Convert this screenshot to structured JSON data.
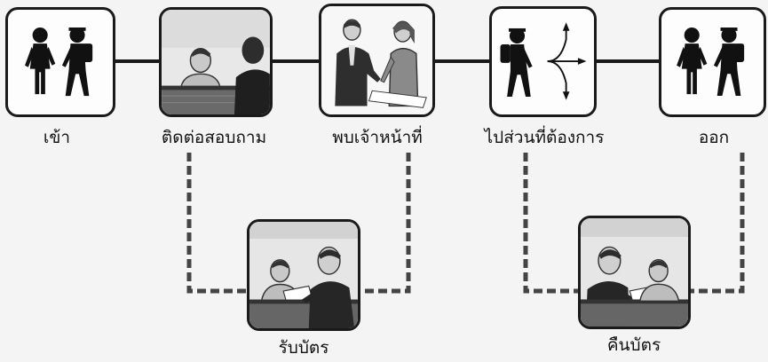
{
  "diagram": {
    "steps": [
      {
        "id": "enter",
        "label": "เข้า",
        "icon": "two-visitors-icon"
      },
      {
        "id": "inquire",
        "label": "ติดต่อสอบถาม",
        "icon": "reception-desk-icon"
      },
      {
        "id": "meet-staff",
        "label": "พบเจ้าหน้าที่",
        "icon": "meeting-staff-icon"
      },
      {
        "id": "go-to-section",
        "label": "ไปส่วนที่ต้องการ",
        "icon": "visitor-with-direction-arrows-icon"
      },
      {
        "id": "exit",
        "label": "ออก",
        "icon": "two-visitors-icon"
      }
    ],
    "sub_steps": [
      {
        "id": "receive-card",
        "label": "รับบัตร",
        "icon": "card-handover-desk-icon"
      },
      {
        "id": "return-card",
        "label": "คืนบัตร",
        "icon": "card-return-desk-icon"
      }
    ],
    "colors": {
      "line": "#1a1a1a",
      "dashed": "#444444",
      "card_border": "#1a1a1a",
      "background": "#f4f4f4"
    }
  }
}
